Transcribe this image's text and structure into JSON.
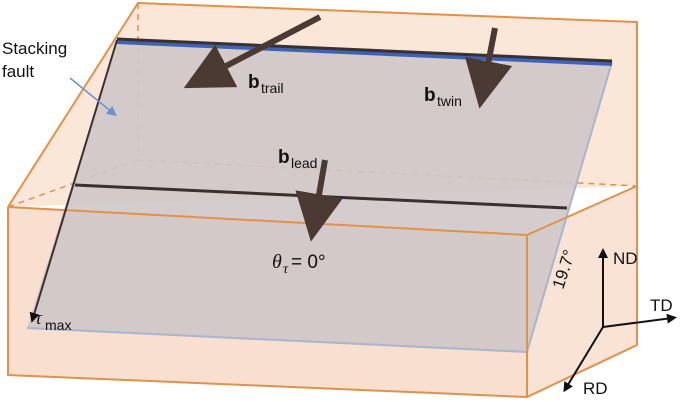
{
  "labels": {
    "stacking_fault_line1": "Stacking",
    "stacking_fault_line2": "fault",
    "b_trail_main": "b",
    "b_trail_sub": "trail",
    "b_twin_main": "b",
    "b_twin_sub": "twin",
    "b_lead_main": "b",
    "b_lead_sub": "lead",
    "theta_symbol": "θ",
    "theta_sub": "τ",
    "theta_value": " = 0°",
    "tau_symbol": "τ",
    "tau_sub": "max",
    "angle": "19.7°",
    "axis_nd": "ND",
    "axis_td": "TD",
    "axis_rd": "RD"
  },
  "colors": {
    "box_edge": "#e0914a",
    "box_fill": "#fbe7d8",
    "plane_fill": "#cfc7c8",
    "plane_edge": "#a9b4cf",
    "dislocation": "#3b3030",
    "top_line_blue": "#3d63b5",
    "arrow": "#4a3a33",
    "pointer_blue": "#6a93d0"
  }
}
